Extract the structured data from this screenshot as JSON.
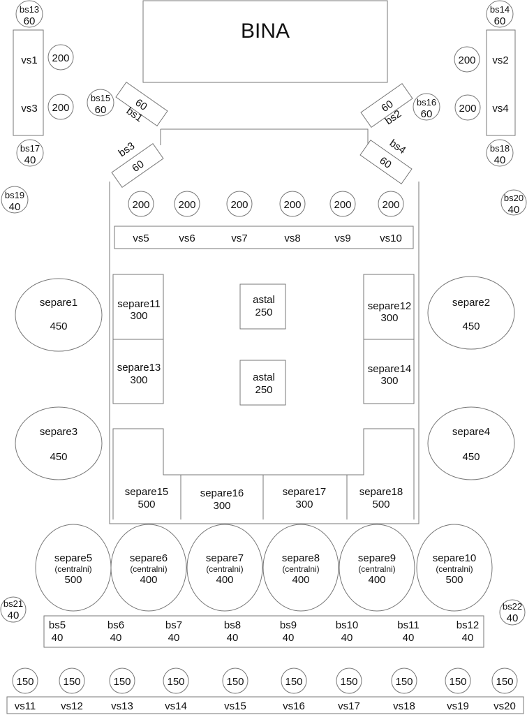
{
  "stage": {
    "label": "BINA"
  },
  "bar_stools": {
    "bs1": "bs1",
    "bs2": "bs2",
    "bs3": "bs3",
    "bs4": "bs4",
    "bs1_price": "60",
    "bs2_price": "60",
    "bs3_price": "60",
    "bs4_price": "60",
    "bs13": "bs13",
    "bs14": "bs14",
    "bs15": "bs15",
    "bs16": "bs16",
    "bs17": "bs17",
    "bs18": "bs18",
    "bs19": "bs19",
    "bs20": "bs20",
    "bs21": "bs21",
    "bs22": "bs22",
    "bs13_price": "60",
    "bs14_price": "60",
    "bs15_price": "60",
    "bs16_price": "60",
    "bs17_price": "40",
    "bs18_price": "40",
    "bs19_price": "40",
    "bs20_price": "40",
    "bs21_price": "40",
    "bs22_price": "40",
    "row": [
      {
        "label": "bs5",
        "price": "40"
      },
      {
        "label": "bs6",
        "price": "40"
      },
      {
        "label": "bs7",
        "price": "40"
      },
      {
        "label": "bs8",
        "price": "40"
      },
      {
        "label": "bs9",
        "price": "40"
      },
      {
        "label": "bs10",
        "price": "40"
      },
      {
        "label": "bs11",
        "price": "40"
      },
      {
        "label": "bs12",
        "price": "40"
      }
    ]
  },
  "vip_tables": {
    "vs1": "vs1",
    "vs2": "vs2",
    "vs3": "vs3",
    "vs4": "vs4",
    "side_prices": [
      "200",
      "200",
      "200",
      "200"
    ],
    "front": [
      {
        "label": "vs5",
        "price": "200"
      },
      {
        "label": "vs6",
        "price": "200"
      },
      {
        "label": "vs7",
        "price": "200"
      },
      {
        "label": "vs8",
        "price": "200"
      },
      {
        "label": "vs9",
        "price": "200"
      },
      {
        "label": "vs10",
        "price": "200"
      }
    ],
    "back": [
      {
        "label": "vs11",
        "price": "150"
      },
      {
        "label": "vs12",
        "price": "150"
      },
      {
        "label": "vs13",
        "price": "150"
      },
      {
        "label": "vs14",
        "price": "150"
      },
      {
        "label": "vs15",
        "price": "150"
      },
      {
        "label": "vs16",
        "price": "150"
      },
      {
        "label": "vs17",
        "price": "150"
      },
      {
        "label": "vs18",
        "price": "150"
      },
      {
        "label": "vs19",
        "price": "150"
      },
      {
        "label": "vs20",
        "price": "150"
      }
    ]
  },
  "booths": {
    "s1": {
      "label": "separe1",
      "price": "450"
    },
    "s2": {
      "label": "separe2",
      "price": "450"
    },
    "s3": {
      "label": "separe3",
      "price": "450"
    },
    "s4": {
      "label": "separe4",
      "price": "450"
    },
    "s11": {
      "label": "separe11",
      "price": "300"
    },
    "s12": {
      "label": "separe12",
      "price": "300"
    },
    "s13": {
      "label": "separe13",
      "price": "300"
    },
    "s14": {
      "label": "separe14",
      "price": "300"
    },
    "s15": {
      "label": "separe15",
      "price": "500"
    },
    "s16": {
      "label": "separe16",
      "price": "300"
    },
    "s17": {
      "label": "separe17",
      "price": "300"
    },
    "s18": {
      "label": "separe18",
      "price": "500"
    },
    "central_note": "(centralni)",
    "central": [
      {
        "label": "separe5",
        "price": "500"
      },
      {
        "label": "separe6",
        "price": "400"
      },
      {
        "label": "separe7",
        "price": "400"
      },
      {
        "label": "separe8",
        "price": "400"
      },
      {
        "label": "separe9",
        "price": "400"
      },
      {
        "label": "separe10",
        "price": "500"
      }
    ]
  },
  "center_tables": [
    {
      "label": "astal",
      "price": "250"
    },
    {
      "label": "astal",
      "price": "250"
    }
  ]
}
